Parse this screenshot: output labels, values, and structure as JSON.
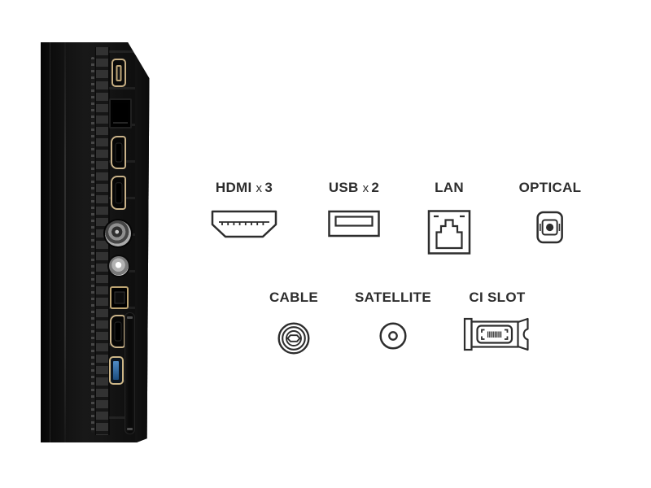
{
  "colors": {
    "background": "#ffffff",
    "label_text": "#2d2d2d",
    "icon_stroke": "#2d2d2d",
    "tv_body": "#111111",
    "port_gold": "#c9b289",
    "usb3_blue": "#2e6fae"
  },
  "tv": {
    "description": "tv-side-panel-photo",
    "ports": [
      "usb",
      "lan",
      "hdmi",
      "hdmi",
      "cable-coax",
      "satellite",
      "optical",
      "hdmi",
      "usb-3.0",
      "ci-slot"
    ]
  },
  "legend": {
    "row1": [
      {
        "name": "HDMI",
        "times": "x",
        "count": "3"
      },
      {
        "name": "USB",
        "times": "x",
        "count": "2"
      },
      {
        "name": "LAN"
      },
      {
        "name": "OPTICAL"
      }
    ],
    "row2": [
      {
        "name": "CABLE"
      },
      {
        "name": "SATELLITE"
      },
      {
        "name": "CI SLOT"
      }
    ]
  }
}
